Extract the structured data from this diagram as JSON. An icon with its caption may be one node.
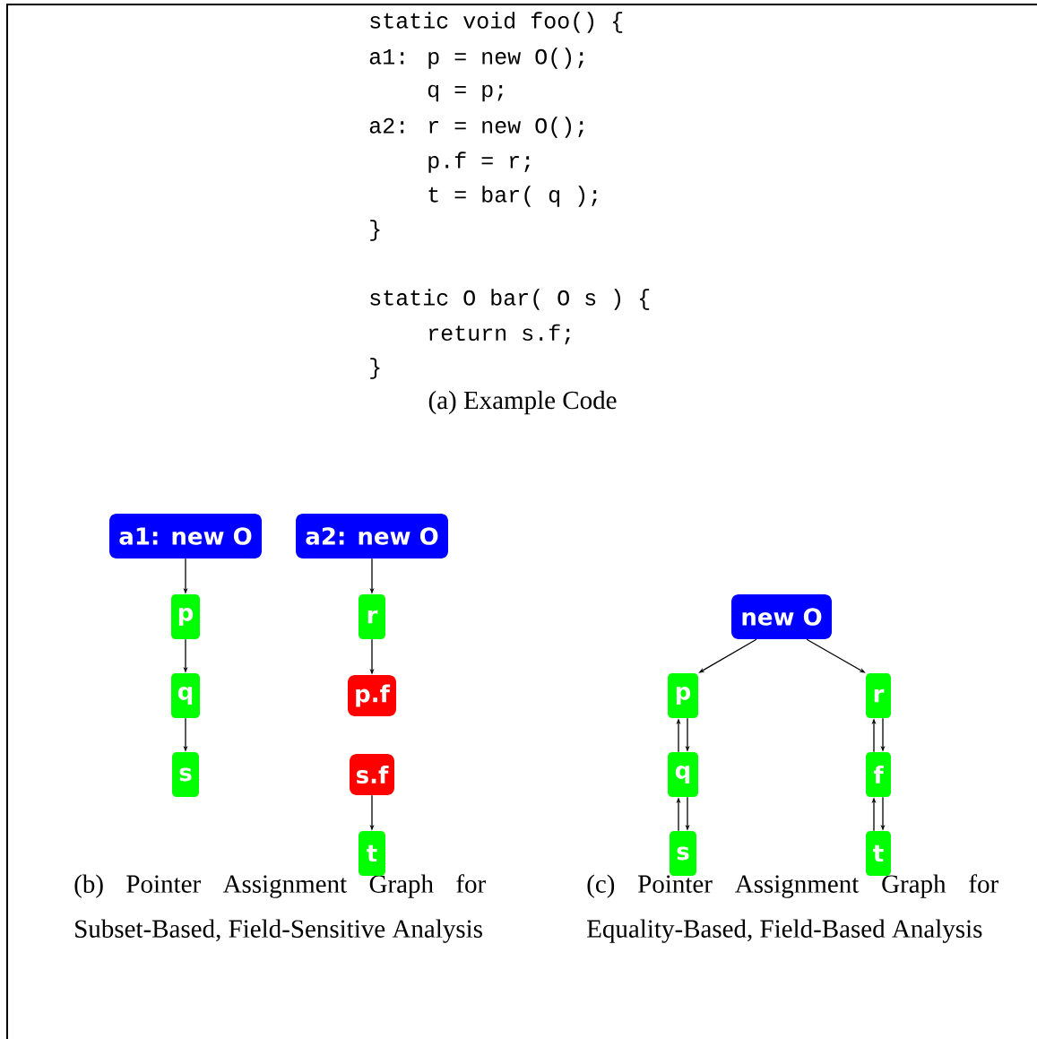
{
  "diagram": {
    "nodes": [
      {
        "text": [
          "a1: new O"
        ]
      },
      {
        "text": [
          "p"
        ]
      },
      {
        "text": [
          "q"
        ]
      },
      {
        "text": [
          "s"
        ]
      },
      {
        "text": [
          "a2: new O"
        ]
      },
      {
        "text": [
          "r"
        ]
      },
      {
        "text": [
          "p.f"
        ]
      },
      {
        "text": [
          "s.f"
        ]
      },
      {
        "text": [
          "t"
        ]
      },
      {
        "text": [
          "new O"
        ]
      },
      {
        "text": [
          "p"
        ]
      },
      {
        "text": [
          "r"
        ]
      },
      {
        "text": [
          "q"
        ]
      },
      {
        "text": [
          "f"
        ]
      },
      {
        "text": [
          "s"
        ]
      },
      {
        "text": [
          "t"
        ]
      }
    ],
    "edges": [
      {
        "from": 0,
        "to": 1,
        "arrow": "to"
      },
      {
        "from": 1,
        "to": 2,
        "arrow": "to"
      },
      {
        "from": 2,
        "to": 3,
        "arrow": "to"
      },
      {
        "from": 4,
        "to": 5,
        "arrow": "to"
      },
      {
        "from": 5,
        "to": 6,
        "arrow": "to"
      },
      {
        "from": 7,
        "to": 8,
        "arrow": "to"
      },
      {
        "from": 9,
        "to": 10,
        "arrow": "to"
      },
      {
        "from": 9,
        "to": 11,
        "arrow": "to"
      },
      {
        "from": 12,
        "to": 10,
        "arrow": "to"
      },
      {
        "from": 10,
        "to": 12,
        "arrow": "to"
      },
      {
        "from": 14,
        "to": 12,
        "arrow": "to"
      },
      {
        "from": 12,
        "to": 14,
        "arrow": "to"
      },
      {
        "from": 13,
        "to": 11,
        "arrow": "to"
      },
      {
        "from": 11,
        "to": 13,
        "arrow": "to"
      },
      {
        "from": 15,
        "to": 13,
        "arrow": "to"
      },
      {
        "from": 13,
        "to": 15,
        "arrow": "to"
      }
    ],
    "labels": [
      "static void foo() {",
      "a1: p = new O();",
      "q = p;",
      "a2: r = new O();",
      "p.f = r;",
      "t = bar( q );",
      "}",
      "static O bar( O s ) {",
      "return s.f;",
      "}",
      "(a) Example Code",
      "(b) Pointer Assignment Graph for Subset-Based, Field-Sensitive Analysis",
      "(c) Pointer Assignment Graph for Equality-Based, Field-Based Analysis"
    ]
  }
}
